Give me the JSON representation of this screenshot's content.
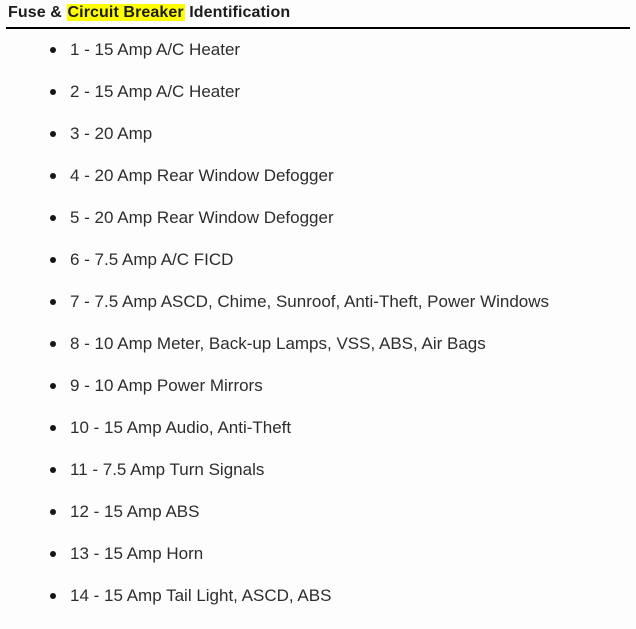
{
  "document": {
    "heading": {
      "prefix": "Fuse & ",
      "highlighted": "Circuit Breaker",
      "suffix": " Identification",
      "highlight_color": "#ffff00",
      "text_color": "#1c1c1c"
    },
    "rule": {
      "color": "#000000"
    },
    "background_color": "#fdfdfd",
    "body_text_color": "#2d2d2d",
    "bullet_glyph": "•",
    "list": {
      "items": [
        {
          "number": "1",
          "separator": "-",
          "rating": "15 Amp",
          "circuits": "A/C Heater",
          "text": "1 - 15 Amp A/C Heater"
        },
        {
          "number": "2",
          "separator": "-",
          "rating": "15 Amp",
          "circuits": "A/C Heater",
          "text": "2 - 15 Amp A/C Heater"
        },
        {
          "number": "3",
          "separator": "-",
          "rating": "20 Amp",
          "circuits": "",
          "text": "3 - 20 Amp"
        },
        {
          "number": "4",
          "separator": "-",
          "rating": "20 Amp",
          "circuits": "Rear Window Defogger",
          "text": "4 - 20 Amp Rear Window Defogger"
        },
        {
          "number": "5",
          "separator": "-",
          "rating": "20 Amp",
          "circuits": "Rear Window Defogger",
          "text": "5 - 20 Amp Rear Window Defogger"
        },
        {
          "number": "6",
          "separator": "-",
          "rating": "7.5 Amp",
          "circuits": "A/C FICD",
          "text": "6 - 7.5 Amp A/C FICD"
        },
        {
          "number": "7",
          "separator": "-",
          "rating": "7.5 Amp",
          "circuits": "ASCD, Chime, Sunroof, Anti-Theft, Power Windows",
          "text": "7 - 7.5 Amp ASCD, Chime, Sunroof, Anti-Theft, Power Windows"
        },
        {
          "number": "8",
          "separator": "-",
          "rating": "10 Amp",
          "circuits": "Meter, Back-up Lamps, VSS, ABS, Air Bags",
          "text": "8 - 10 Amp Meter, Back-up Lamps, VSS, ABS, Air Bags"
        },
        {
          "number": "9",
          "separator": "-",
          "rating": "10 Amp",
          "circuits": "Power Mirrors",
          "text": "9 - 10 Amp Power Mirrors"
        },
        {
          "number": "10",
          "separator": "-",
          "rating": "15 Amp",
          "circuits": "Audio, Anti-Theft",
          "text": "10 - 15 Amp Audio, Anti-Theft"
        },
        {
          "number": "11",
          "separator": "-",
          "rating": "7.5 Amp",
          "circuits": "Turn Signals",
          "text": "11 - 7.5 Amp Turn Signals"
        },
        {
          "number": "12",
          "separator": "-",
          "rating": "15 Amp",
          "circuits": "ABS",
          "text": "12 - 15 Amp ABS"
        },
        {
          "number": "13",
          "separator": "-",
          "rating": "15 Amp",
          "circuits": "Horn",
          "text": "13 - 15 Amp Horn"
        },
        {
          "number": "14",
          "separator": "-",
          "rating": "15 Amp",
          "circuits": "Tail Light, ASCD, ABS",
          "text": "14 - 15 Amp Tail Light, ASCD, ABS"
        }
      ]
    }
  }
}
